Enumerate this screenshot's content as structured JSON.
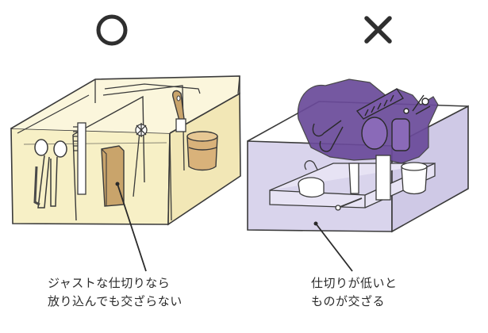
{
  "symbols": {
    "good": "○",
    "bad": "×"
  },
  "colors": {
    "good_box": "#f7f0c6",
    "bad_box": "#d9d4ec",
    "clutter": "#6a4a9a",
    "wood": "#c9a46b",
    "line": "#3a3a3a"
  },
  "captions": {
    "good": {
      "line1": "ジャストな仕切りなら",
      "line2": "放り込んでも交ざらない"
    },
    "bad": {
      "line1": "仕切りが低いと",
      "line2": "ものが交ざる"
    }
  }
}
